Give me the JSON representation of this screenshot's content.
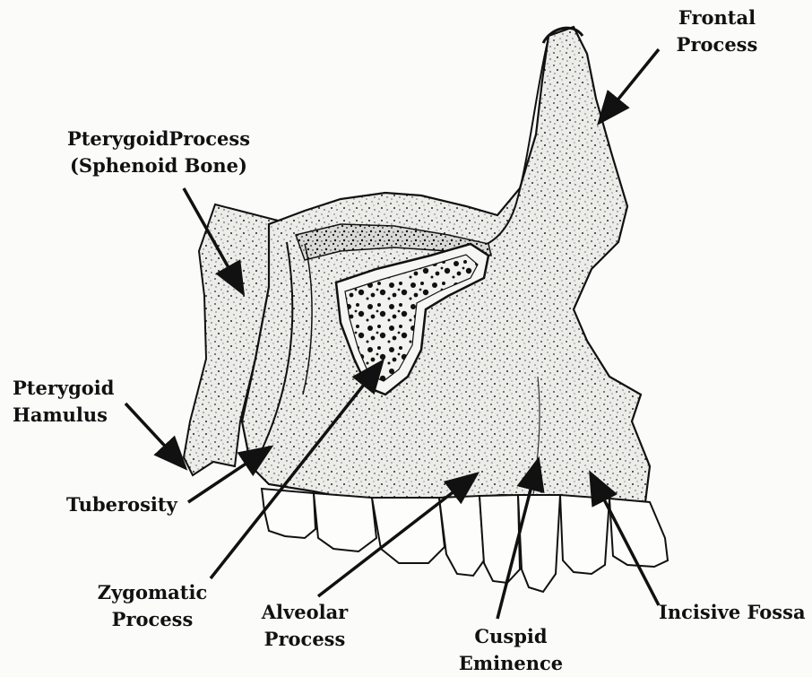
{
  "labels": {
    "frontal_process": [
      "Frontal",
      "Process"
    ],
    "pterygoid_process": [
      "PterygoidProcess",
      "(Sphenoid Bone)"
    ],
    "pterygoid_hamulus": [
      "Pterygoid",
      "Hamulus"
    ],
    "tuberosity": "Tuberosity",
    "zygomatic_process": [
      "Zygomatic",
      "Process"
    ],
    "alveolar_process": [
      "Alveolar",
      "Process"
    ],
    "cuspid_eminence": [
      "Cuspid",
      "Eminence"
    ],
    "incisive_fossa": "Incisive Fossa"
  },
  "colors": {
    "ink": "#111111",
    "bone": "#e9e9e6",
    "paper": "#fbfbfa"
  }
}
